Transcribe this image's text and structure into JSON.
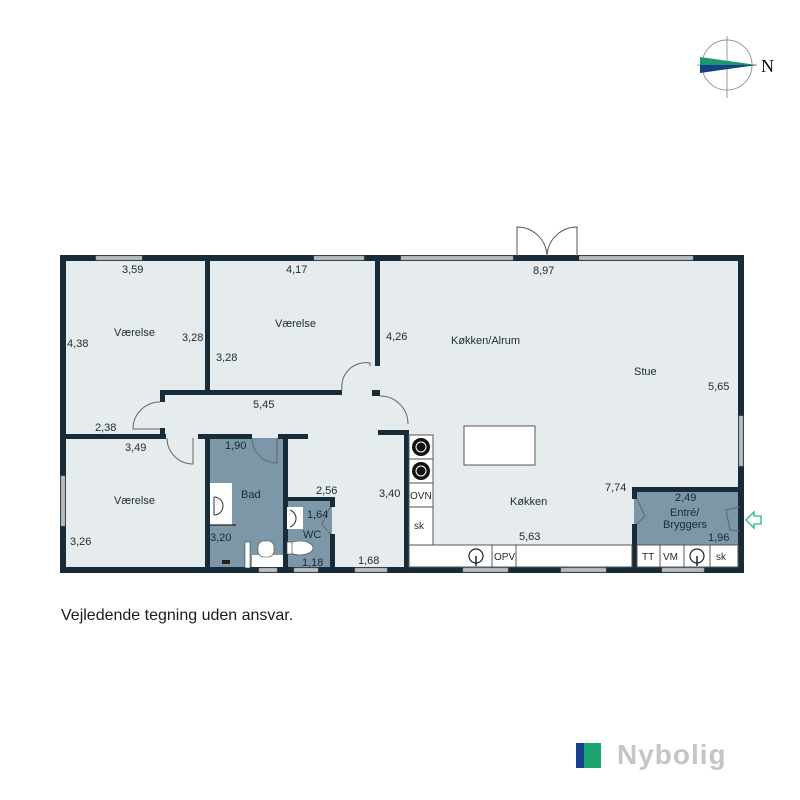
{
  "compass": {
    "label": "N",
    "icon": "north-arrow-icon"
  },
  "rooms": [
    {
      "id": "vaerelse-1",
      "name": "Værelse"
    },
    {
      "id": "vaerelse-2",
      "name": "Værelse"
    },
    {
      "id": "vaerelse-3",
      "name": "Værelse"
    },
    {
      "id": "kokken-alrum",
      "name": "Køkken/Alrum"
    },
    {
      "id": "stue",
      "name": "Stue"
    },
    {
      "id": "kokken",
      "name": "Køkken"
    },
    {
      "id": "bad",
      "name": "Bad"
    },
    {
      "id": "wc",
      "name": "WC"
    },
    {
      "id": "entre",
      "name_line1": "Entré/",
      "name_line2": "Bryggers"
    }
  ],
  "dimensions": {
    "v1_top": "3,59",
    "v1_left": "4,38",
    "v1_right": "3,28",
    "v2_top": "4,17",
    "v2_left": "3,28",
    "hall_top": "5,45",
    "v1_bottom": "2,38",
    "v3_top": "3,49",
    "v3_left": "3,26",
    "bad_top": "1,90",
    "bad_left": "3,20",
    "wc_top": "2,56",
    "wc_right": "1,64",
    "wc_bottom": "1,18",
    "hall_bottom": "1,68",
    "hall_right": "3,40",
    "alrum_left": "4,26",
    "alrum_top": "8,97",
    "stue_right": "5,65",
    "kitchen_right": "7,74",
    "kitchen_bottom": "5,63",
    "entre_top": "2,49",
    "entre_right": "1,96"
  },
  "fixtures": {
    "oven": "OVN",
    "fridge_kitchen": "sk",
    "dishwasher": "OPV",
    "dryer": "TT",
    "washer": "VM",
    "cabinet_entre": "sk"
  },
  "disclaimer": "Vejledende tegning uden ansvar.",
  "brand": {
    "name": "Nybolig",
    "color_blue": "#1a3f8f",
    "color_green": "#1aa36f"
  },
  "colors": {
    "wall": "#172b38",
    "floor": "#e6ebee",
    "wet_room": "#7c97a8",
    "window": "#b8bcbe",
    "entrance_arrow": "#2db57f"
  }
}
